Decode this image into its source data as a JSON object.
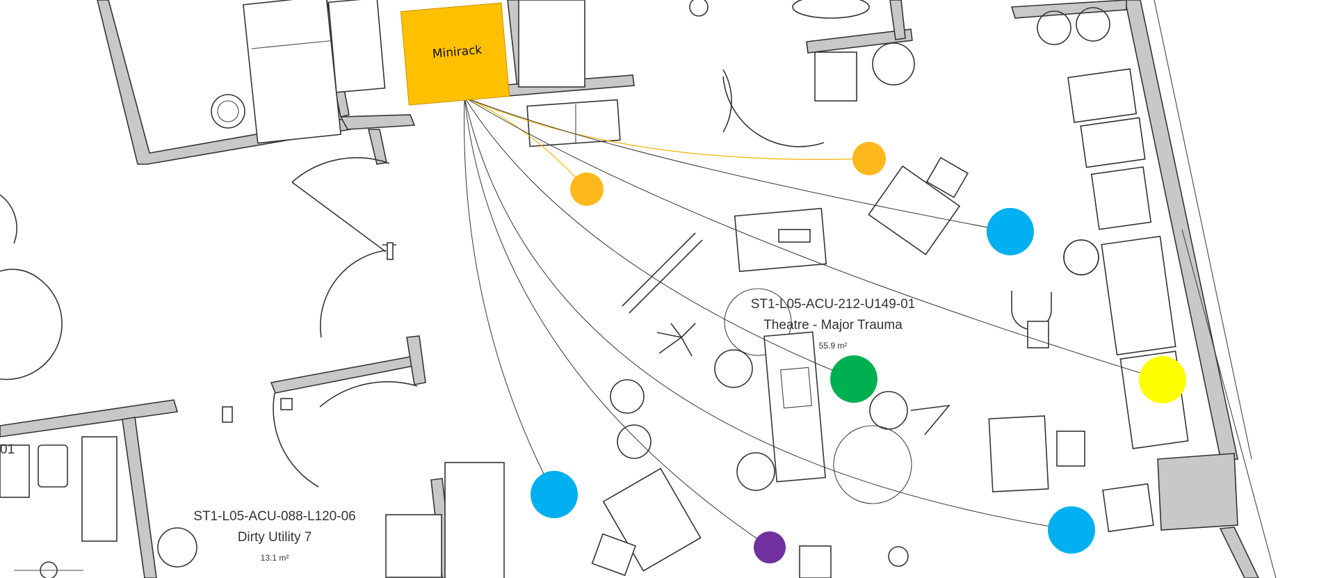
{
  "minirack": {
    "label": "Minirack",
    "color": "#FFC000"
  },
  "rooms": [
    {
      "code": "ST1-L05-ACU-212-U149-01",
      "name": "Theatre - Major Trauma",
      "area": "55.9 m²"
    },
    {
      "code": "ST1-L05-ACU-088-L120-06",
      "name": "Dirty Utility 7",
      "area": "13.1 m²"
    }
  ],
  "partial_label": "01",
  "device_colors": {
    "orange": "#FFB81C",
    "blue": "#00B0F0",
    "green": "#00B050",
    "yellow": "#FFFF00",
    "purple": "#7030A0"
  },
  "devices": [
    {
      "color": "orange",
      "cable": "yellow"
    },
    {
      "color": "orange",
      "cable": "yellow"
    },
    {
      "color": "blue",
      "cable": "black"
    },
    {
      "color": "green",
      "cable": "black"
    },
    {
      "color": "yellow",
      "cable": "black"
    },
    {
      "color": "blue",
      "cable": "black"
    },
    {
      "color": "blue",
      "cable": "black"
    },
    {
      "color": "purple",
      "cable": "black"
    }
  ]
}
